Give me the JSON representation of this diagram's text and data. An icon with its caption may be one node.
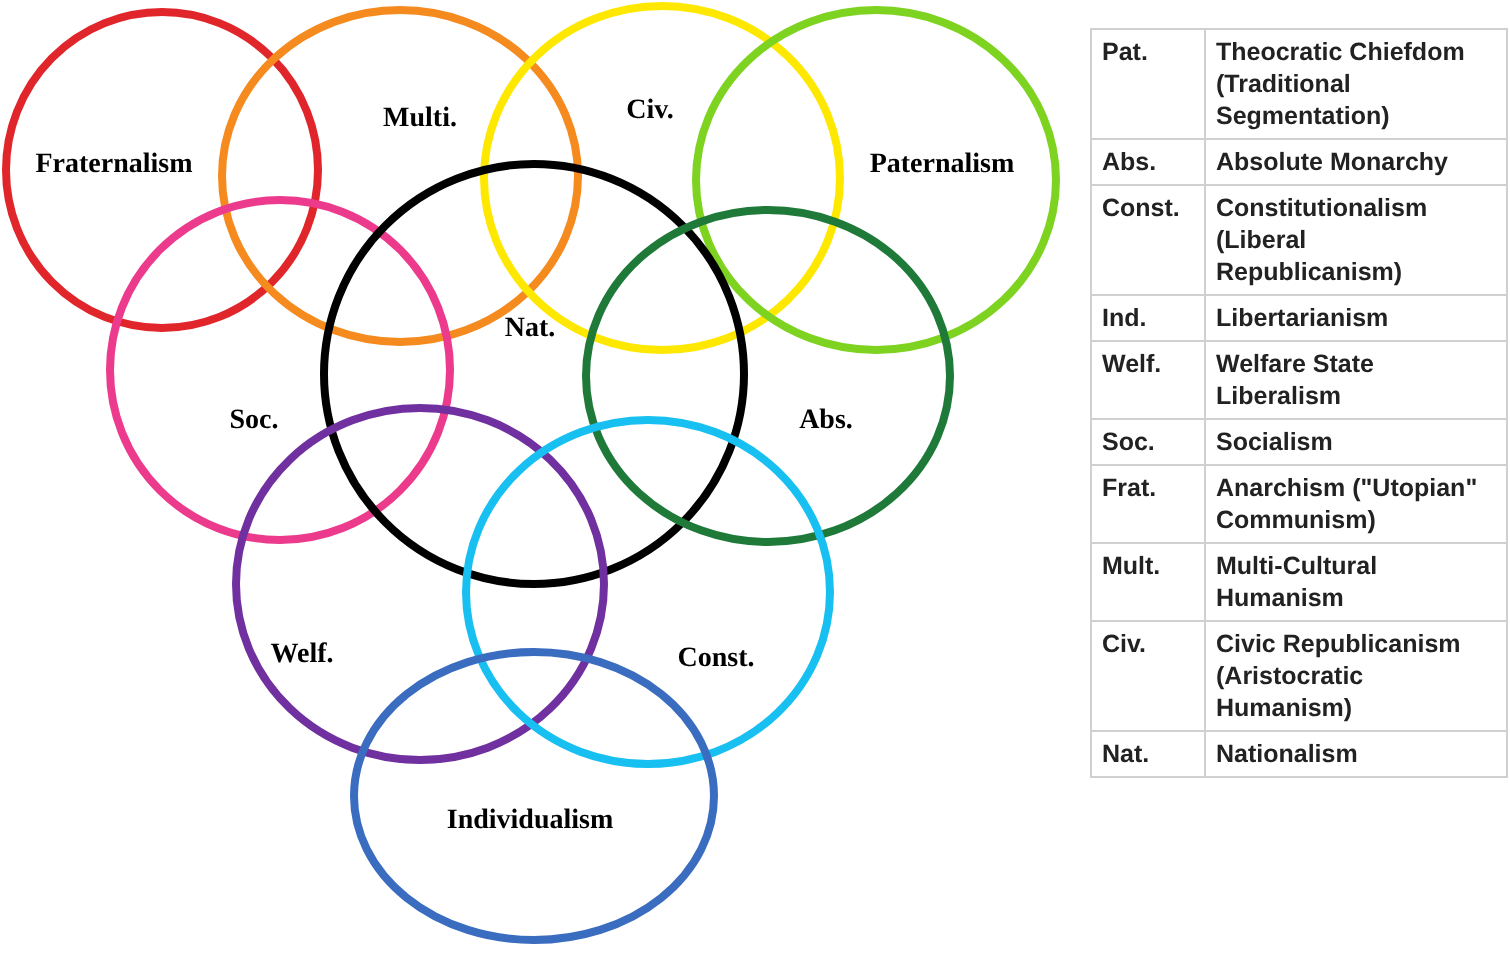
{
  "diagram": {
    "nodes": [
      {
        "text": [
          "Fraternalism"
        ]
      },
      {
        "text": [
          "Multi."
        ]
      },
      {
        "text": [
          "Civ."
        ]
      },
      {
        "text": [
          "Paternalism"
        ]
      },
      {
        "text": [
          "Soc."
        ]
      },
      {
        "text": [
          "Nat."
        ]
      },
      {
        "text": [
          "Abs."
        ]
      },
      {
        "text": [
          "Welf."
        ]
      },
      {
        "text": [
          "Const."
        ]
      },
      {
        "text": [
          "Individualism"
        ]
      }
    ],
    "edges": [],
    "labels": [
      "Pat.",
      "Theocratic Chiefdom (Traditional Segmentation)",
      "Abs.",
      "Absolute Monarchy",
      "Const.",
      "Constitutionalism (Liberal Republicanism)",
      "Ind.",
      "Libertarianism",
      "Welf.",
      "Welfare State Liberalism",
      "Soc.",
      "Socialism",
      "Frat.",
      "Anarchism (\"Utopian\" Communism)",
      "Mult.",
      "Multi-Cultural Humanism",
      "Civ.",
      "Civic Republicanism (Aristocratic Humanism)",
      "Nat.",
      "Nationalism"
    ]
  }
}
